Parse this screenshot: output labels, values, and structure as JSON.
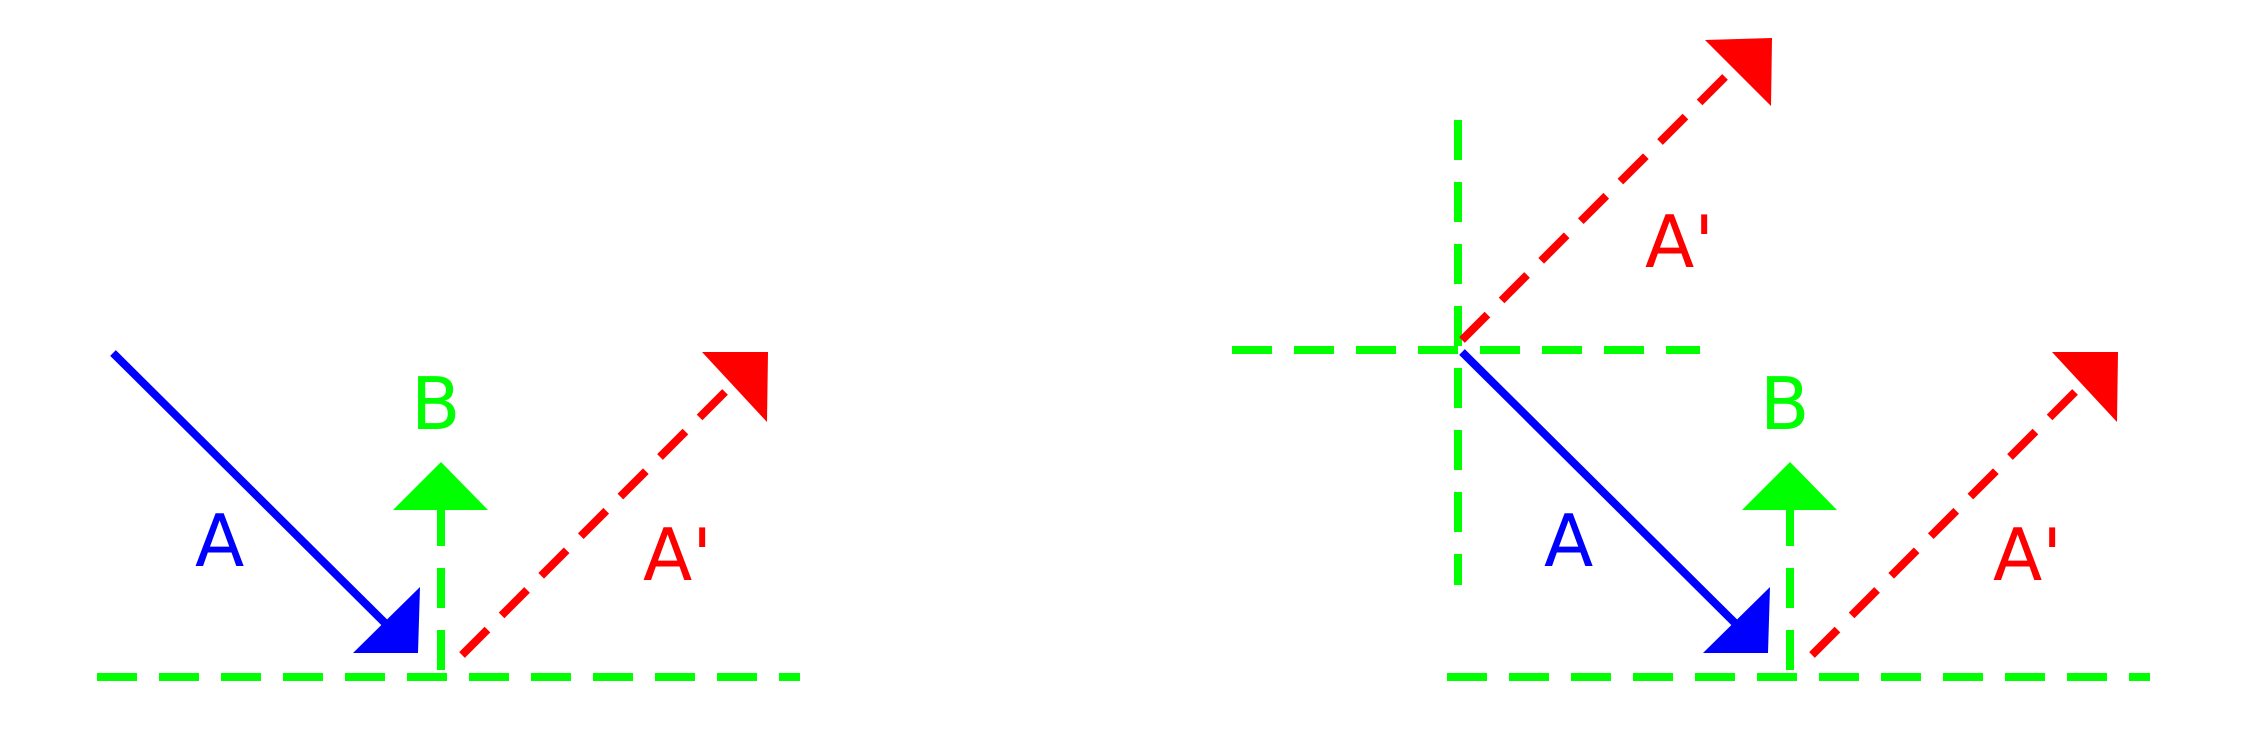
{
  "colors": {
    "incident": "#0000ff",
    "normal": "#00ff00",
    "reflected": "#ff0000",
    "background": "#ffffff"
  },
  "left_diagram": {
    "incident_label": "A",
    "normal_label": "B",
    "reflected_label": "A'"
  },
  "right_diagram": {
    "incident_label": "A",
    "normal_label": "B",
    "reflected_label": "A'",
    "extended_reflected_label": "A'"
  }
}
